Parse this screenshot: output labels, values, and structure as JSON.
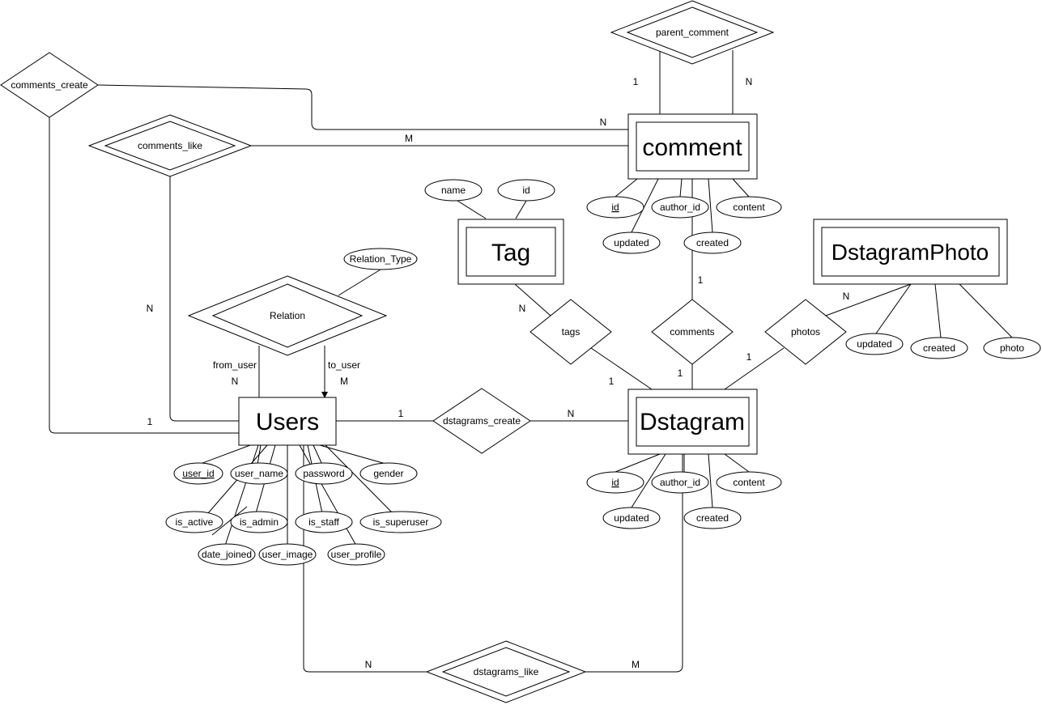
{
  "entities": {
    "comment": "comment",
    "tag": "Tag",
    "dstagram_photo": "DstagramPhoto",
    "users": "Users",
    "dstagram": "Dstagram"
  },
  "relationships": {
    "parent_comment": "parent_comment",
    "comments_create": "comments_create",
    "comments_like": "comments_like",
    "relation": "Relation",
    "tags": "tags",
    "comments": "comments",
    "photos": "photos",
    "dstagrams_create": "dstagrams_create",
    "dstagrams_like": "dstagrams_like"
  },
  "attributes": {
    "comment": [
      "id",
      "author_id",
      "content",
      "updated",
      "created"
    ],
    "tag": [
      "name",
      "id"
    ],
    "dstagram_photo": [
      "updated",
      "created",
      "photo"
    ],
    "relation": [
      "Relation_Type"
    ],
    "users": [
      "user_id",
      "user_name",
      "password",
      "gender",
      "is_active",
      "is_admin",
      "is_staff",
      "is_superuser",
      "date_joined",
      "user_image",
      "user_profile"
    ],
    "dstagram": [
      "id",
      "author_id",
      "content",
      "updated",
      "created"
    ]
  },
  "role_labels": {
    "from_user": "from_user",
    "to_user": "to_user"
  },
  "cardinalities": {
    "parent_comment_left": "1",
    "parent_comment_right": "N",
    "comments_create_comment": "N",
    "comments_like_comment": "M",
    "comments_create_users": "1",
    "comments_like_users": "N",
    "tags_tag": "N",
    "tags_dstagram": "1",
    "comments_comment": "1",
    "comments_dstagram": "1",
    "photos_photo": "N",
    "photos_dstagram": "1",
    "relation_from": "N",
    "relation_to": "M",
    "create_users": "1",
    "create_dstagram": "N",
    "like_users": "N",
    "like_dstagram": "M"
  }
}
